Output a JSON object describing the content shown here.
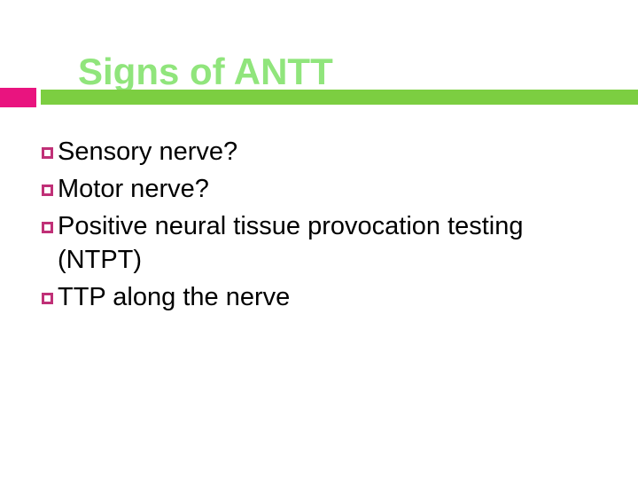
{
  "slide": {
    "title": "Signs of ANTT",
    "bullets": [
      "Sensory nerve?",
      "Motor nerve?",
      "Positive neural tissue provocation testing (NTPT)",
      "TTP along the nerve"
    ],
    "colors": {
      "title_green": "#90e57c",
      "bar_green": "#7cce41",
      "accent_pink": "#e9147f",
      "bullet_pink": "#c03077",
      "text": "#000000",
      "background": "#ffffff"
    }
  }
}
